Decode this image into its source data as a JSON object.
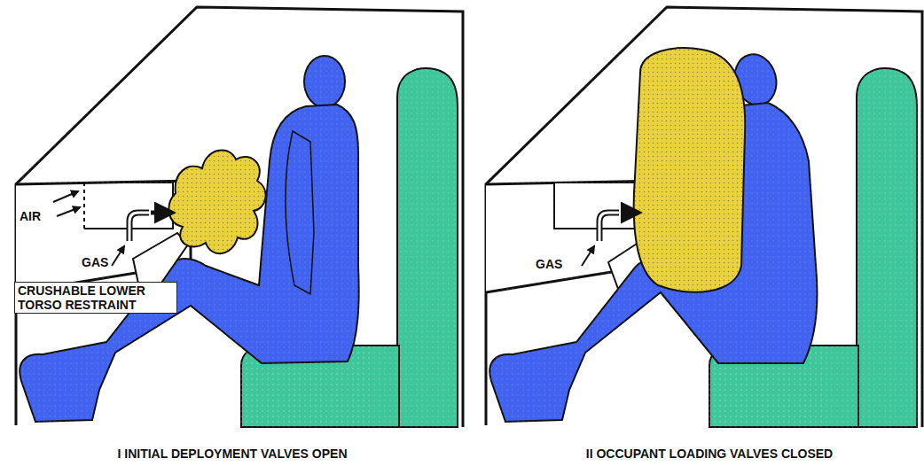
{
  "diagram": {
    "labels": [
      "AIR",
      "GAS",
      "CRUSHABLE LOWER TORSO RESTRAINT",
      "I INITIAL DEPLOYMENT VALVES OPEN",
      "GAS",
      "II OCCUPANT LOADING VALVES CLOSED"
    ]
  }
}
